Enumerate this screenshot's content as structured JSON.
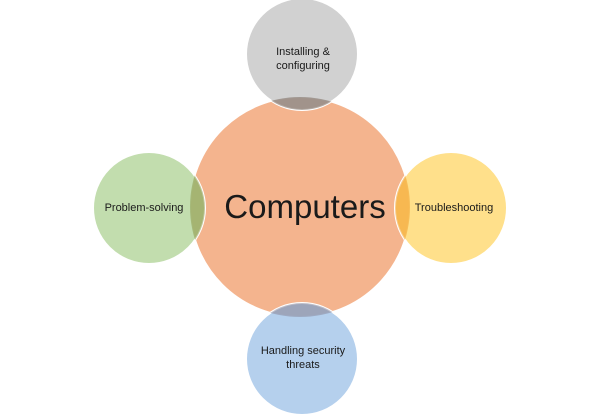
{
  "diagram": {
    "center": {
      "label": "Computers",
      "color": "#F4B48E"
    },
    "nodes": {
      "top": {
        "label": "Installing & configuring",
        "color": "#C9C9C9"
      },
      "left": {
        "label": "Problem-solving",
        "color": "#B7D7A0"
      },
      "right": {
        "label": "Troubleshooting",
        "color": "#FFDA77"
      },
      "bottom": {
        "label": "Handling security threats",
        "color": "#A8C8EA"
      }
    }
  }
}
